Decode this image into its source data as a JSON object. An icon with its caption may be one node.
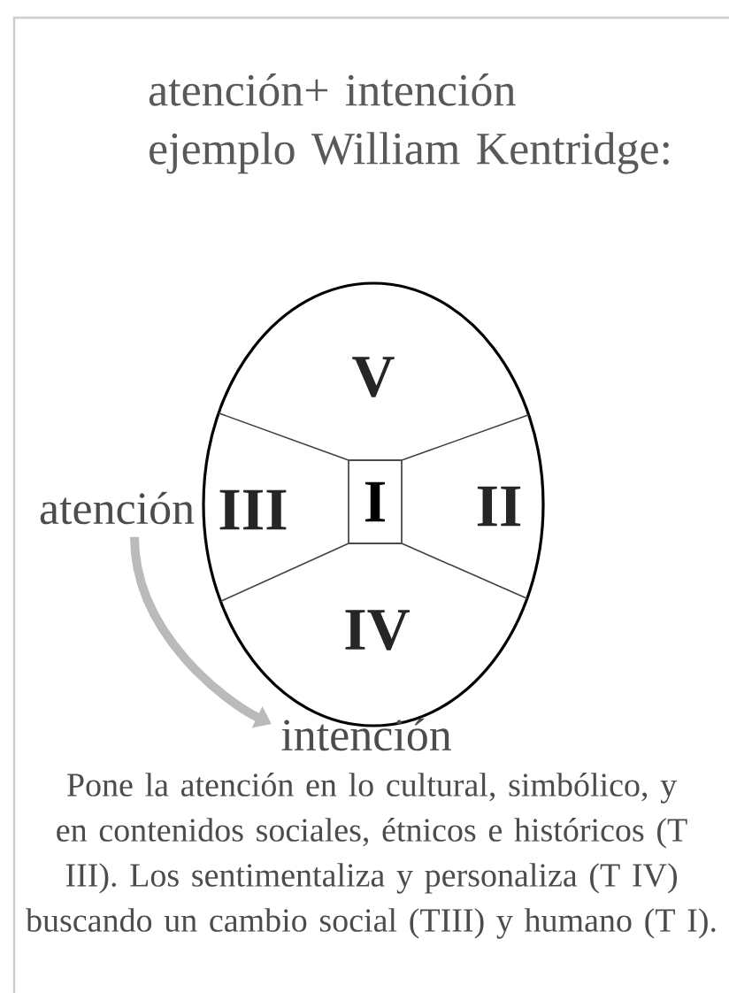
{
  "diagram": {
    "title": "atención+ intención ejemplo William Kentridge:",
    "caption": "Pone la atención en lo cultural, simbólico, y en contenidos sociales, étnicos e históricos (T III). Los sentimentaliza y personaliza (T IV) buscando un cambio social (TIII) y humano (T I).",
    "nodes": [
      {
        "text": [],
        "shape": "circle"
      },
      {
        "text": [
          "I"
        ],
        "in": 0
      },
      {
        "text": [
          "atención"
        ]
      },
      {
        "text": [
          "intención"
        ]
      }
    ],
    "edges": [
      {
        "from": 2,
        "to": 3,
        "arrow": "to"
      }
    ],
    "labels": [
      "V",
      "III",
      "II",
      "IV"
    ]
  }
}
